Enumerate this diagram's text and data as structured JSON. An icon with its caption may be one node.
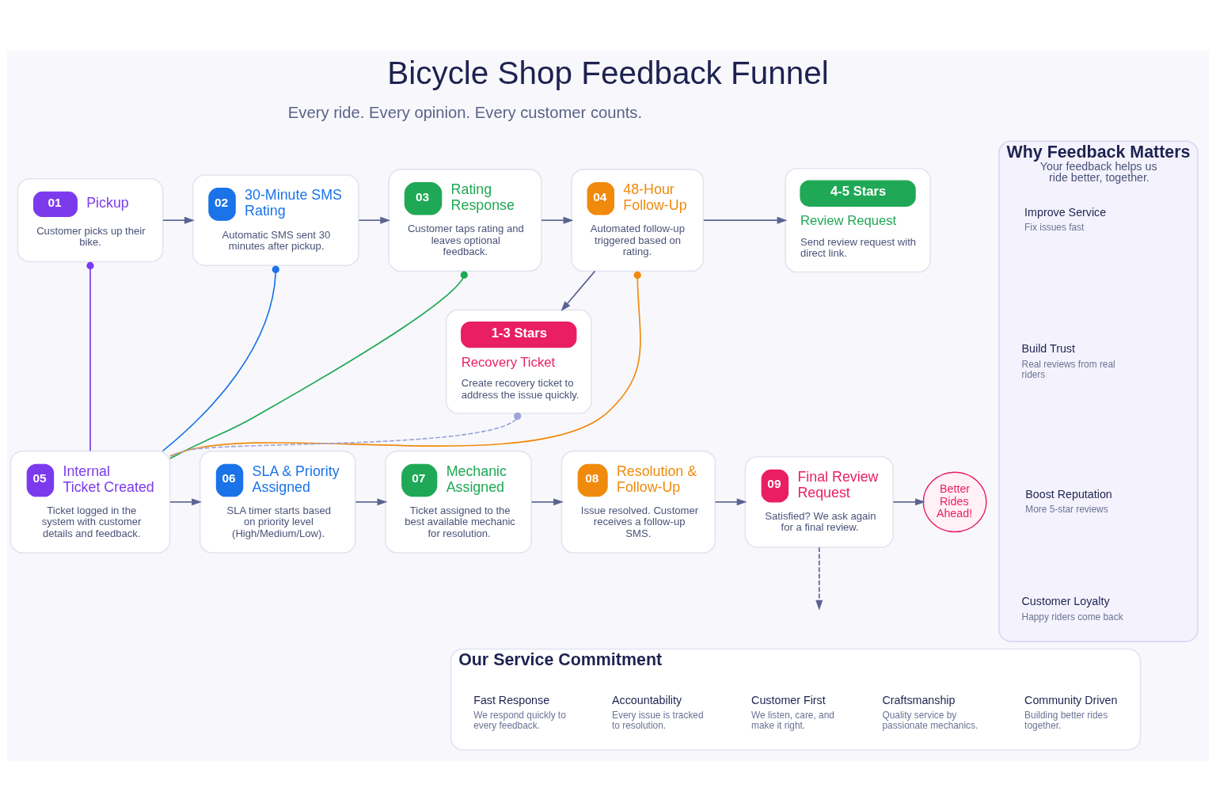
{
  "diagram": {
    "title": "Bicycle Shop Feedback Funnel",
    "nodes": [
      {
        "text": [
          "01",
          "Pickup",
          "Customer picks up their bike."
        ]
      },
      {
        "text": [
          "02",
          "30-Minute SMS Rating",
          "Automatic SMS sent 30 minutes after pickup."
        ]
      },
      {
        "text": [
          "03",
          "Rating Response",
          "Customer taps rating and leaves optional feedback."
        ]
      },
      {
        "text": [
          "04",
          "48-Hour Follow-Up",
          "Automated follow-up triggered based on rating."
        ]
      },
      {
        "text": [
          "4-5 Stars",
          "Review Request",
          "Send review request with direct link."
        ]
      },
      {
        "text": [
          "1-3 Stars",
          "Recovery Ticket",
          "Create recovery ticket to address the issue quickly."
        ]
      },
      {
        "text": [
          "05",
          "Internal Ticket Created",
          "Ticket logged in the system with customer details and feedback."
        ]
      },
      {
        "text": [
          "06",
          "SLA & Priority Assigned",
          "SLA timer starts based on priority level (High/Medium/Low)."
        ]
      },
      {
        "text": [
          "07",
          "Mechanic Assigned",
          "Ticket assigned to the best available mechanic for resolution."
        ]
      },
      {
        "text": [
          "08",
          "Resolution & Follow-Up",
          "Issue resolved. Customer receives a follow-up SMS."
        ]
      },
      {
        "text": [
          "09",
          "Final Review Request",
          "Satisfied? We ask again for a final review."
        ]
      },
      {
        "text": [
          "Better Rides Ahead!"
        ]
      },
      {
        "text": [
          "Why Feedback Matters",
          "Your feedback helps us ride better, together."
        ]
      },
      {
        "text": [
          "Improve Service",
          "Fix issues fast"
        ],
        "in": 12
      },
      {
        "text": [
          "Build Trust",
          "Real reviews from real riders"
        ],
        "in": 12
      },
      {
        "text": [
          "Boost Reputation",
          "More 5-star reviews"
        ],
        "in": 12
      },
      {
        "text": [
          "Customer Loyalty",
          "Happy riders come back"
        ],
        "in": 12
      },
      {
        "text": [
          "Our Service Commitment"
        ]
      },
      {
        "text": [
          "Fast Response",
          "We respond quickly to every feedback."
        ],
        "in": 17
      },
      {
        "text": [
          "Accountability",
          "Every issue is tracked to resolution."
        ],
        "in": 17
      },
      {
        "text": [
          "Customer First",
          "We listen, care, and make it right."
        ],
        "in": 17
      },
      {
        "text": [
          "Craftsmanship",
          "Quality service by passionate mechanics."
        ],
        "in": 17
      },
      {
        "text": [
          "Community Driven",
          "Building better rides together."
        ],
        "in": 17
      }
    ],
    "edges": [
      {
        "from": 0,
        "to": 1,
        "arrow": "to"
      },
      {
        "from": 1,
        "to": 2,
        "arrow": "to"
      },
      {
        "from": 2,
        "to": 3,
        "arrow": "to"
      },
      {
        "from": 3,
        "to": 4,
        "arrow": "to"
      },
      {
        "from": 3,
        "to": 5,
        "arrow": "to"
      },
      {
        "from": 0,
        "to": 6,
        "arrow": "other",
        "color": "#7c3aed"
      },
      {
        "from": 1,
        "to": 6,
        "arrow": "other",
        "color": "#1a73e8"
      },
      {
        "from": 2,
        "to": 6,
        "arrow": "other",
        "color": "#1fa855"
      },
      {
        "from": 3,
        "to": 6,
        "arrow": "other",
        "color": "#f08a0c"
      },
      {
        "from": 5,
        "to": 6,
        "arrow": "other",
        "style": "dashed",
        "color": "#9ea3d9"
      },
      {
        "from": 6,
        "to": 7,
        "arrow": "to"
      },
      {
        "from": 7,
        "to": 8,
        "arrow": "to"
      },
      {
        "from": 8,
        "to": 9,
        "arrow": "to"
      },
      {
        "from": 9,
        "to": 10,
        "arrow": "to"
      },
      {
        "from": 10,
        "to": 11,
        "arrow": "to"
      },
      {
        "from": 10,
        "to": null,
        "arrow": "to",
        "style": "dashed"
      }
    ],
    "labels": [
      "Every ride. Every opinion. Every customer counts."
    ]
  }
}
